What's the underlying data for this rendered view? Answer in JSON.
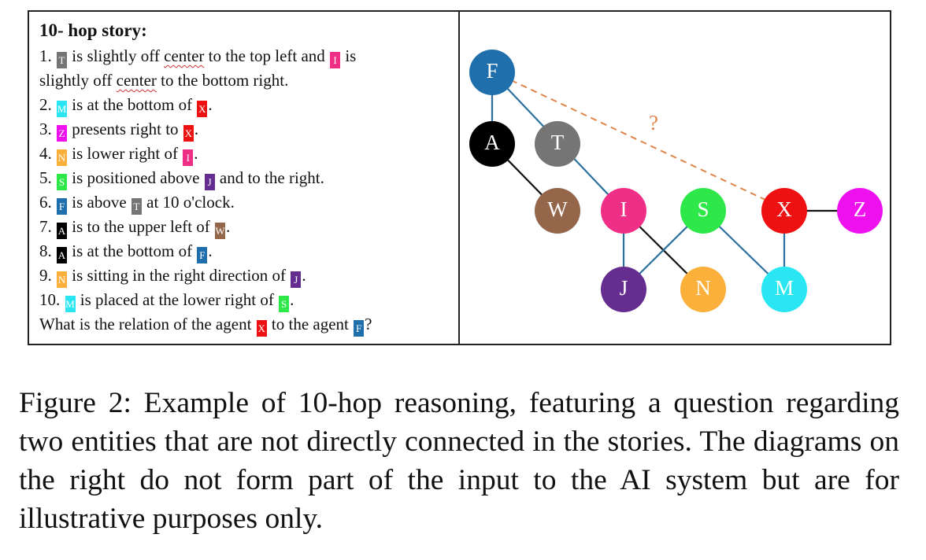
{
  "story": {
    "title": "10- hop story",
    "lines": [
      [
        {
          "t": "1. "
        },
        {
          "e": "T"
        },
        {
          "t": " is slightly off "
        },
        {
          "w": "center"
        },
        {
          "t": " to the top left and "
        },
        {
          "e": "I"
        },
        {
          "t": " is"
        }
      ],
      [
        {
          "t": "slightly off "
        },
        {
          "w": "center"
        },
        {
          "t": " to the bottom right."
        }
      ],
      [
        {
          "t": "2. "
        },
        {
          "e": "M"
        },
        {
          "t": " is at the bottom of "
        },
        {
          "e": "X"
        },
        {
          "t": "."
        }
      ],
      [
        {
          "t": "3. "
        },
        {
          "e": "Z"
        },
        {
          "t": " presents right to "
        },
        {
          "e": "X"
        },
        {
          "t": "."
        }
      ],
      [
        {
          "t": "4. "
        },
        {
          "e": "N"
        },
        {
          "t": " is lower right of "
        },
        {
          "e": "I"
        },
        {
          "t": "."
        }
      ],
      [
        {
          "t": "5. "
        },
        {
          "e": "S"
        },
        {
          "t": " is positioned above "
        },
        {
          "e": "J"
        },
        {
          "t": " and to the right."
        }
      ],
      [
        {
          "t": "6. "
        },
        {
          "e": "F"
        },
        {
          "t": " is above "
        },
        {
          "e": "T"
        },
        {
          "t": " at 10 o'clock."
        }
      ],
      [
        {
          "t": "7. "
        },
        {
          "e": "A"
        },
        {
          "t": " is to the upper left of "
        },
        {
          "e": "W"
        },
        {
          "t": "."
        }
      ],
      [
        {
          "t": "8. "
        },
        {
          "e": "A"
        },
        {
          "t": " is at the bottom of "
        },
        {
          "e": "F"
        },
        {
          "t": "."
        }
      ],
      [
        {
          "t": "9. "
        },
        {
          "e": "N"
        },
        {
          "t": " is sitting in the right direction of "
        },
        {
          "e": "J"
        },
        {
          "t": "."
        }
      ],
      [
        {
          "t": "10. "
        },
        {
          "e": "M"
        },
        {
          "t": " is placed at the lower right of "
        },
        {
          "e": "S"
        },
        {
          "t": "."
        }
      ],
      [
        {
          "t": "What is the relation of the agent "
        },
        {
          "e": "X"
        },
        {
          "t": " to the agent "
        },
        {
          "e": "F"
        },
        {
          "t": "?"
        }
      ]
    ]
  },
  "colors": {
    "F": "#1f6fad",
    "A": "#000000",
    "T": "#757575",
    "W": "#94664a",
    "I": "#ef2f86",
    "S": "#2ee84a",
    "X": "#ee1111",
    "Z": "#ee11ee",
    "J": "#662d91",
    "N": "#fbb03b",
    "M": "#29e6f2",
    "edge_blue": "#2b6f9e",
    "edge_black": "#111111",
    "question_edge": "#e0854a"
  },
  "graph": {
    "nodes": [
      "F",
      "A",
      "T",
      "W",
      "I",
      "S",
      "X",
      "Z",
      "J",
      "N",
      "M"
    ],
    "edges": [
      {
        "from": "F",
        "to": "A",
        "color": "blue"
      },
      {
        "from": "F",
        "to": "I",
        "color": "blue"
      },
      {
        "from": "A",
        "to": "W",
        "color": "black"
      },
      {
        "from": "I",
        "to": "J",
        "color": "blue"
      },
      {
        "from": "I",
        "to": "N",
        "color": "black"
      },
      {
        "from": "J",
        "to": "S",
        "color": "blue"
      },
      {
        "from": "S",
        "to": "M",
        "color": "blue"
      },
      {
        "from": "X",
        "to": "M",
        "color": "blue"
      },
      {
        "from": "X",
        "to": "Z",
        "color": "black"
      }
    ],
    "question_edge": {
      "from": "F",
      "to": "X",
      "label": "?"
    }
  },
  "caption": "Figure 2: Example of 10-hop reasoning, featuring a question regarding two entities that are not directly connected in the stories. The diagrams on the right do not form part of the input to the AI system but are for illustrative purposes only."
}
